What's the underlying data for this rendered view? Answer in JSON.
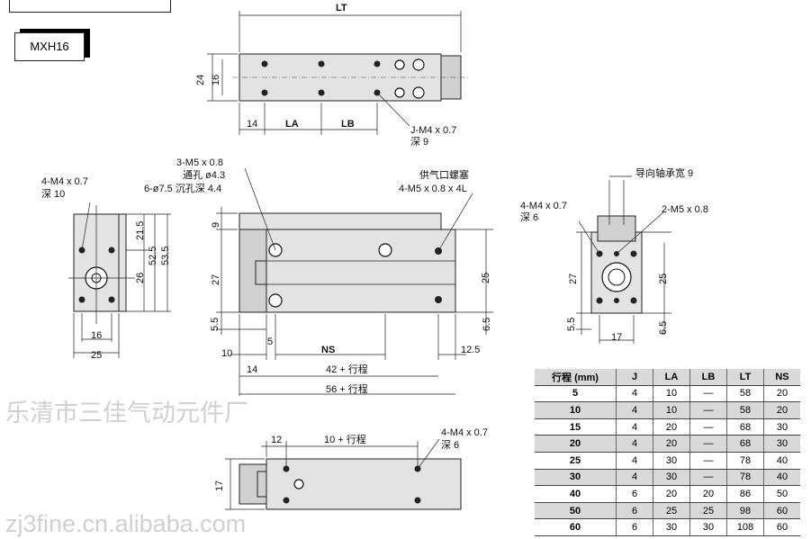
{
  "model": "MXH16",
  "top_view": {
    "lt": "LT",
    "h24": "24",
    "h16": "16",
    "d14": "14",
    "la": "LA",
    "lb": "LB",
    "thread": "J-M4 x 0.7",
    "depth": "深 9"
  },
  "side_view": {
    "thread": "4-M4 x 0.7",
    "depth": "深 10",
    "d21_5": "21.5",
    "d52_5": "52.5",
    "d53_5": "53.5",
    "d26": "26",
    "d16": "16",
    "d25": "25"
  },
  "front_view": {
    "n1": "3-M5 x 0.8",
    "n2": "通孔 ø4.3",
    "n3": "6-ø7.5 沉孔深 4.4",
    "port1": "供气口螺塞",
    "port2": "4-M5 x 0.8 x 4L",
    "d9": "9",
    "d27": "27",
    "d25": "25",
    "d5_5": "5.5",
    "d6_5": "6.5",
    "d10": "10",
    "d5": "5",
    "ns": "NS",
    "d12_5": "12.5",
    "d14": "14",
    "d42": "42 + 行程",
    "d56": "56 + 行程"
  },
  "end_view": {
    "guide": "导向轴承宽 9",
    "thread": "4-M4 x 0.7",
    "depth": "深 6",
    "thread2": "2-M5 x 0.8",
    "d27": "27",
    "d25": "25",
    "d5_5": "5.5",
    "d6_5": "6.5",
    "d17": "17"
  },
  "bottom_view": {
    "d12": "12",
    "d10": "10 + 行程",
    "thread": "4-M4 x 0.7",
    "depth": "深 6",
    "d17": "17"
  },
  "table": {
    "headers": [
      "行程 (mm)",
      "J",
      "LA",
      "LB",
      "LT",
      "NS"
    ],
    "rows": [
      [
        "5",
        "4",
        "10",
        "—",
        "58",
        "20"
      ],
      [
        "10",
        "4",
        "10",
        "—",
        "58",
        "20"
      ],
      [
        "15",
        "4",
        "20",
        "—",
        "68",
        "30"
      ],
      [
        "20",
        "4",
        "20",
        "—",
        "68",
        "30"
      ],
      [
        "25",
        "4",
        "30",
        "—",
        "78",
        "40"
      ],
      [
        "30",
        "4",
        "30",
        "—",
        "78",
        "40"
      ],
      [
        "40",
        "6",
        "20",
        "20",
        "86",
        "50"
      ],
      [
        "50",
        "6",
        "25",
        "25",
        "98",
        "60"
      ],
      [
        "60",
        "6",
        "30",
        "30",
        "108",
        "60"
      ]
    ]
  },
  "watermark": {
    "line1": "乐清市三佳气动元件厂",
    "line2": "zj3fine.cn.alibaba.com"
  }
}
